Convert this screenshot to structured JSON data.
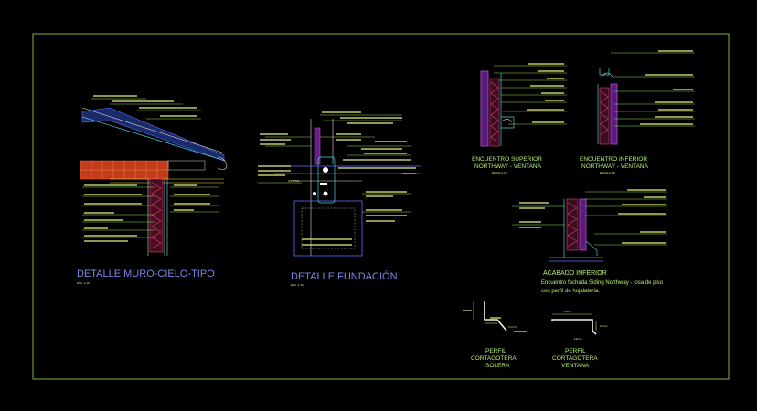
{
  "details": {
    "muro": {
      "title": "DETALLE MURO-CIELO-TIPO",
      "scale": "ESC. 1:10"
    },
    "fundacion": {
      "title": "DETALLE FUNDACIÓN",
      "scale": "ESC. 1:10"
    },
    "superior": {
      "line1": "ENCUENTRO SUPERIOR",
      "line2": "NORTHWAY - VENTANA",
      "scale": "ESCALA 1:5"
    },
    "inferior": {
      "line1": "ENCUENTRO INFERIOR",
      "line2": "NORTHWAY - VENTANA",
      "scale": "ESCALA 1:5"
    },
    "acabado": {
      "title": "ACABADO INFERIOR",
      "line1": "Encuentro fachada Siding Northway - losa de piso",
      "line2": "con perfil de hojalatería."
    },
    "solera": {
      "line1": "PERFIL",
      "line2": "CORTAGOTERA",
      "line3": "SOLERA"
    },
    "ventana": {
      "line1": "PERFIL",
      "line2": "CORTAGOTERA",
      "line3": "VENTANA"
    }
  },
  "labels": {
    "fund_pvc": "3/4\" PVC",
    "dim_70": "70mm",
    "dim_15": "15mm",
    "dim_12": "12mm"
  },
  "colors": {
    "background": "#000000",
    "frame": "#9be04a",
    "title_blue": "#7a86e6",
    "yellow": "#f2e24a",
    "green_text": "#b9f070",
    "brick_red": "#c43a1a",
    "insulation_pink": "#e0407a",
    "cyan": "#3fd0e0",
    "purple": "#b24dd8"
  }
}
